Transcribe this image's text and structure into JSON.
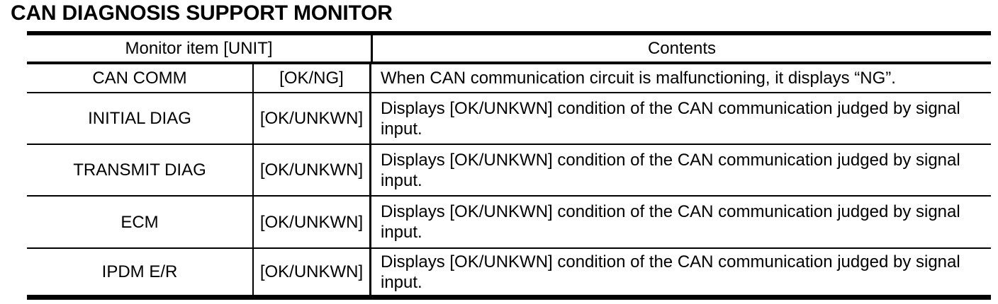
{
  "page": {
    "title": "CAN DIAGNOSIS SUPPORT MONITOR"
  },
  "table": {
    "header": {
      "monitor_item": "Monitor item [UNIT]",
      "contents": "Contents"
    },
    "rows": [
      {
        "item": "CAN COMM",
        "unit": "[OK/NG]",
        "contents": "When CAN communication circuit is malfunctioning, it displays “NG”."
      },
      {
        "item": "INITIAL DIAG",
        "unit": "[OK/UNKWN]",
        "contents": "Displays [OK/UNKWN] condition of the CAN communication judged by signal input."
      },
      {
        "item": "TRANSMIT DIAG",
        "unit": "[OK/UNKWN]",
        "contents": "Displays [OK/UNKWN] condition of the CAN communication judged by signal input."
      },
      {
        "item": "ECM",
        "unit": "[OK/UNKWN]",
        "contents": "Displays [OK/UNKWN] condition of the CAN communication judged by signal input."
      },
      {
        "item": "IPDM E/R",
        "unit": "[OK/UNKWN]",
        "contents": "Displays [OK/UNKWN] condition of the CAN communication judged by signal input."
      }
    ],
    "colors": {
      "border": "#000000",
      "text": "#000000",
      "background": "#ffffff"
    }
  }
}
